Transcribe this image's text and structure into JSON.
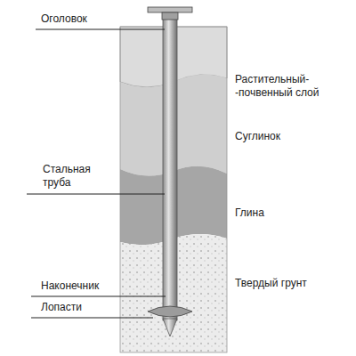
{
  "diagram": {
    "labels": [
      "Оголовок",
      "Растительный- -почвенный слой",
      "Суглинок",
      "Стальная труба",
      "Глина",
      "Наконечник",
      "Твердый грунт",
      "Лопасти"
    ]
  }
}
